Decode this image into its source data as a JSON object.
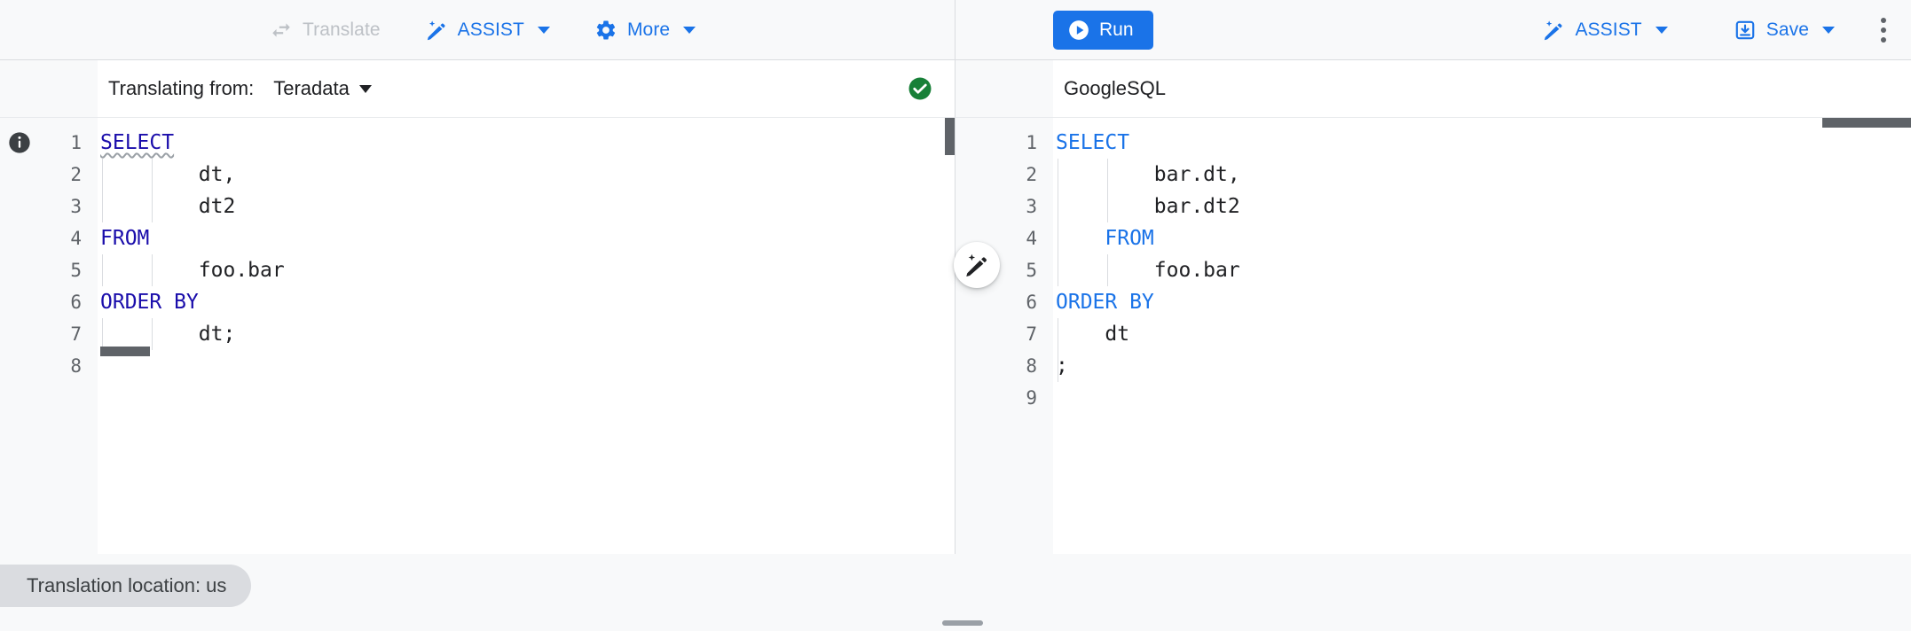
{
  "toolbar": {
    "left": [
      {
        "name": "translate",
        "label": "Translate",
        "icon": "swap-horizontal-icon",
        "disabled": true,
        "caret": false
      },
      {
        "name": "assist",
        "label": "ASSIST",
        "icon": "magic-wand-icon",
        "disabled": false,
        "caret": true
      },
      {
        "name": "more",
        "label": "More",
        "icon": "gear-icon",
        "disabled": false,
        "caret": true
      }
    ],
    "run_label": "Run",
    "run_icon": "play-circle-icon",
    "right": [
      {
        "name": "assist",
        "label": "ASSIST",
        "icon": "magic-wand-icon",
        "caret": true
      },
      {
        "name": "save",
        "label": "Save",
        "icon": "save-download-icon",
        "caret": true
      }
    ],
    "overflow_icon": "kebab-menu-icon",
    "accent_color": "#1a73e8",
    "disabled_color": "#bdc1c6"
  },
  "source_header": {
    "label": "Translating from:",
    "language": "Teradata",
    "status_icon": "check-circle-icon",
    "status_color": "#188038"
  },
  "target_header": {
    "language": "GoogleSQL"
  },
  "source_editor": {
    "line_numbers": [
      "1",
      "2",
      "3",
      "4",
      "5",
      "6",
      "7",
      "8"
    ],
    "lines": [
      {
        "indent": 0,
        "guides": 0,
        "tokens": [
          {
            "t": "SELECT",
            "cls": "kw err"
          }
        ]
      },
      {
        "indent": 2,
        "guides": 2,
        "tokens": [
          {
            "t": "dt,",
            "cls": ""
          }
        ]
      },
      {
        "indent": 2,
        "guides": 2,
        "tokens": [
          {
            "t": "dt2",
            "cls": ""
          }
        ]
      },
      {
        "indent": 0,
        "guides": 0,
        "tokens": [
          {
            "t": "FROM",
            "cls": "kw"
          }
        ]
      },
      {
        "indent": 2,
        "guides": 2,
        "tokens": [
          {
            "t": "foo.bar",
            "cls": ""
          }
        ]
      },
      {
        "indent": 0,
        "guides": 0,
        "tokens": [
          {
            "t": "ORDER BY",
            "cls": "kw"
          }
        ]
      },
      {
        "indent": 2,
        "guides": 2,
        "tokens": [
          {
            "t": "dt;",
            "cls": ""
          }
        ]
      },
      {
        "indent": 0,
        "guides": 0,
        "tokens": []
      }
    ],
    "info_icon": "info-icon"
  },
  "target_editor": {
    "line_numbers": [
      "1",
      "2",
      "3",
      "4",
      "5",
      "6",
      "7",
      "8",
      "9"
    ],
    "lines": [
      {
        "indent": 0,
        "guides": 0,
        "tokens": [
          {
            "t": "SELECT",
            "cls": "kw-g"
          }
        ]
      },
      {
        "indent": 2,
        "guides": 2,
        "tokens": [
          {
            "t": "bar.dt,",
            "cls": ""
          }
        ]
      },
      {
        "indent": 2,
        "guides": 2,
        "tokens": [
          {
            "t": "bar.dt2",
            "cls": ""
          }
        ]
      },
      {
        "indent": 1,
        "guides": 1,
        "tokens": [
          {
            "t": "FROM",
            "cls": "kw-g"
          }
        ]
      },
      {
        "indent": 2,
        "guides": 2,
        "tokens": [
          {
            "t": "foo.bar",
            "cls": ""
          }
        ]
      },
      {
        "indent": 0,
        "guides": 0,
        "tokens": [
          {
            "t": "ORDER BY",
            "cls": "kw-g"
          }
        ]
      },
      {
        "indent": 1,
        "guides": 1,
        "tokens": [
          {
            "t": "dt",
            "cls": ""
          }
        ]
      },
      {
        "indent": 0,
        "guides": 1,
        "tokens": [
          {
            "t": ";",
            "cls": ""
          }
        ]
      },
      {
        "indent": 0,
        "guides": 0,
        "tokens": []
      }
    ]
  },
  "assist_fab": {
    "icon": "magic-wand-icon"
  },
  "footer": {
    "location_text": "Translation location: us"
  }
}
